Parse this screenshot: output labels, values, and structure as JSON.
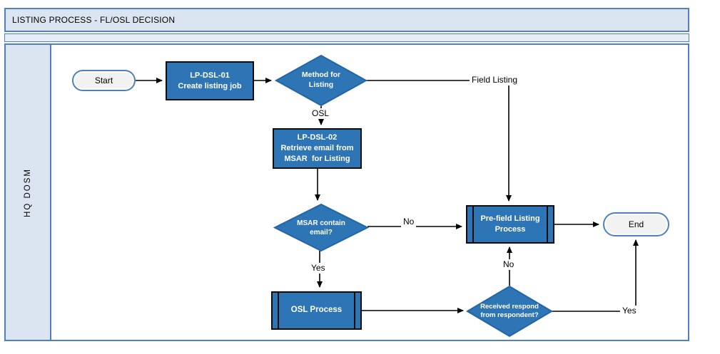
{
  "title": "LISTING PROCESS - FL/OSL DECISION",
  "lane": {
    "label": "HQ DOSM"
  },
  "nodes": {
    "start": "Start",
    "lp_dsl_01": "LP-DSL-01\nCreate listing job",
    "method_for_listing": "Method for\nListing",
    "lp_dsl_02": "LP-DSL-02\nRetrieve email from\nMSAR  for Listing",
    "msar_contain_email": "MSAR contain\nemail?",
    "pre_field_listing": "Pre-field Listing\nProcess",
    "osl_process": "OSL Process",
    "received_respond": "Received respond\nfrom respondent?",
    "end": "End"
  },
  "edge_labels": {
    "method_osl": "OSL",
    "method_field_listing": "Field Listing",
    "msar_no": "No",
    "msar_yes": "Yes",
    "received_no": "No",
    "received_yes": "Yes"
  },
  "colors": {
    "shape_fill": "#2e75b6",
    "shape_border": "#0c0c0c",
    "frame_border": "#4f81bd",
    "lane_fill": "#dbe5f1",
    "terminator_fill": "#f2f2f2",
    "connector": "#000000"
  }
}
